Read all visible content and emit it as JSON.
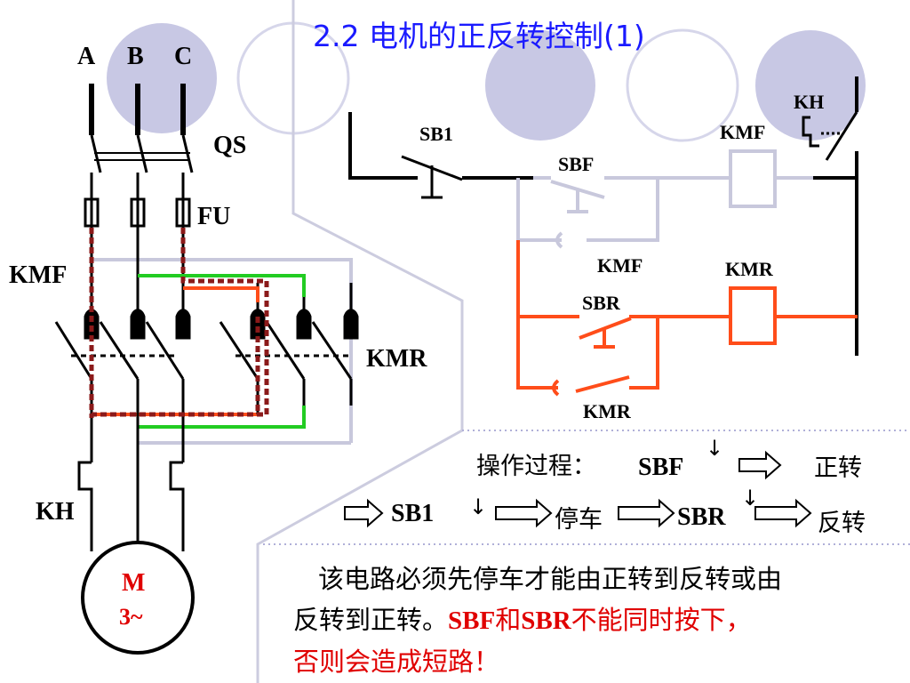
{
  "title": "2.2  电机的正反转控制(1)",
  "main_circuit": {
    "phases": [
      "A",
      "B",
      "C"
    ],
    "switch_label": "QS",
    "fuse_label": "FU",
    "forward_contactor_label": "KMF",
    "reverse_contactor_label": "KMR",
    "overload_label": "KH",
    "motor_label": "M",
    "motor_phase": "3~"
  },
  "control_circuit": {
    "stop_button": "SB1",
    "forward_button": "SBF",
    "reverse_button": "SBR",
    "forward_coil": "KMF",
    "reverse_coil": "KMR",
    "forward_holding_contact": "KMF",
    "reverse_holding_contact": "KMR",
    "overload_contact": "KH"
  },
  "procedure": {
    "label": "操作过程：",
    "step1_button": "SBF",
    "step1_result": "正转",
    "step2_button": "SB1",
    "step2_result": "停车",
    "step3_button": "SBR",
    "step3_result": "反转",
    "press_arrow": "↓"
  },
  "note": {
    "line1": "该电路必须先停车才能由正转到反转或由",
    "line2_black": "反转到正转。",
    "line2_red_a": "SBF",
    "line2_red_b": "和",
    "line2_red_c": "SBR",
    "line2_red_d": "不能同时按下，",
    "line3_red": "否则会造成短路！"
  },
  "colors": {
    "title": "#1a1aff",
    "wire": "#000000",
    "forward_path": "#8b1a1a",
    "reverse_path_main": "#ff4d1a",
    "green_path": "#22cc22",
    "decor": "#cfcfe8",
    "highlight_red": "#e00000"
  }
}
